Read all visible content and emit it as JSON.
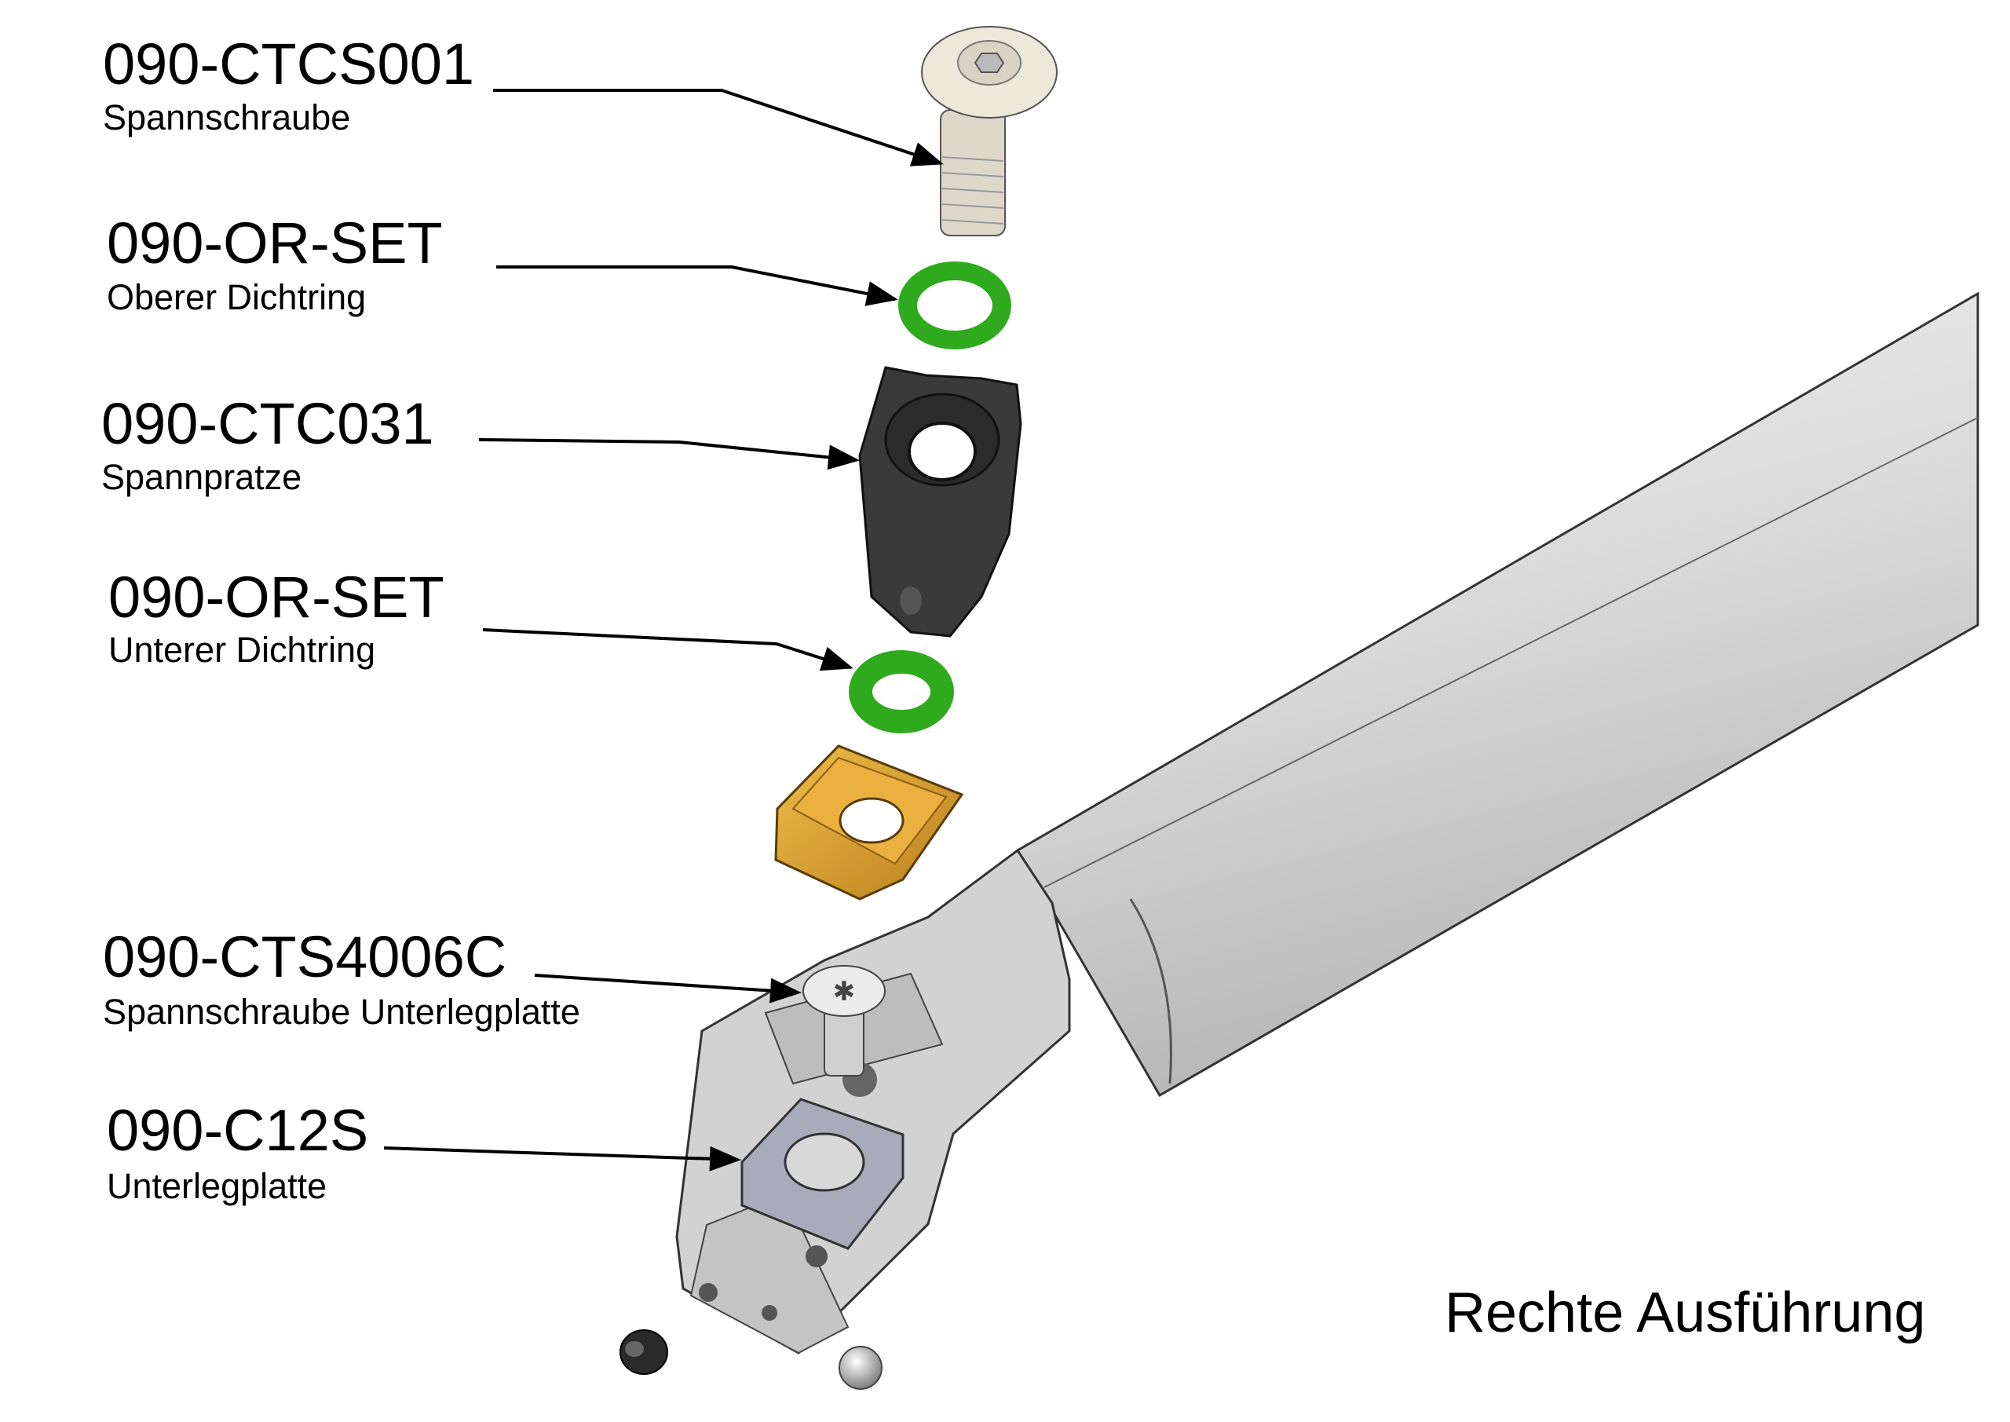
{
  "callouts": [
    {
      "part_number": "090-CTCS001",
      "description": "Spannschraube"
    },
    {
      "part_number": "090-OR-SET",
      "description": "Oberer Dichtring"
    },
    {
      "part_number": "090-CTC031",
      "description": "Spannpratze"
    },
    {
      "part_number": "090-OR-SET",
      "description": "Unterer Dichtring"
    },
    {
      "part_number": "090-CTS4006C",
      "description": "Spannschraube Unterlegplatte"
    },
    {
      "part_number": "090-C12S",
      "description": "Unterlegplatte"
    }
  ],
  "variant_label": "Rechte Ausführung",
  "colors": {
    "ring": "#2faa1e",
    "insert": "#d9a030",
    "clamp": "#3a3a3a",
    "body": "#d8d8d8",
    "screw": "#e6e2d6",
    "shim": "#a9abbb"
  }
}
